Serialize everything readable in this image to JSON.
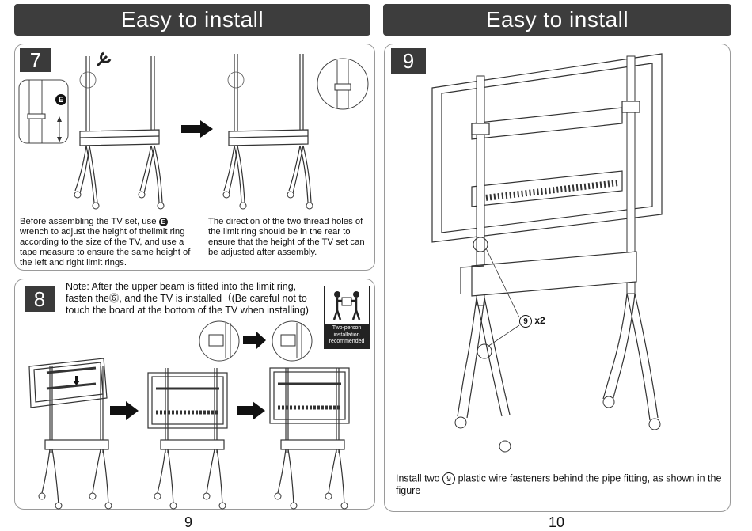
{
  "header": {
    "left_title": "Easy to install",
    "right_title": "Easy to install"
  },
  "step7": {
    "number": "7",
    "marker_e": "E",
    "text_left_pre": "Before assembling the TV set, use",
    "text_left_post": "wrench to adjust the height of thelimit ring according to the size of the TV, and use a tape measure to ensure the same height of the left and right limit rings.",
    "text_right": "The direction of the two thread holes of the limit ring should be in the rear to ensure that the height of the TV set can be adjusted after assembly."
  },
  "step8": {
    "number": "8",
    "note": "Note: After the upper beam is fitted into the limit ring, fasten the⓺, and the TV is installed（(Be careful not to touch the board at the bottom of the TV when installing)",
    "badge_lines": [
      "Two-person",
      "installation",
      "recommended"
    ]
  },
  "step9": {
    "number": "9",
    "callout_num": "9",
    "callout_qty": "x2",
    "text_pre": "Install two",
    "text_num": "9",
    "text_post": "plastic wire fasteners behind the pipe fitting, as shown in the figure"
  },
  "footer": {
    "left_page": "9",
    "right_page": "10"
  },
  "icons": [
    "wrench-icon",
    "arrow-right-icon",
    "two-person-icon",
    "magnifier-circle-icon"
  ]
}
